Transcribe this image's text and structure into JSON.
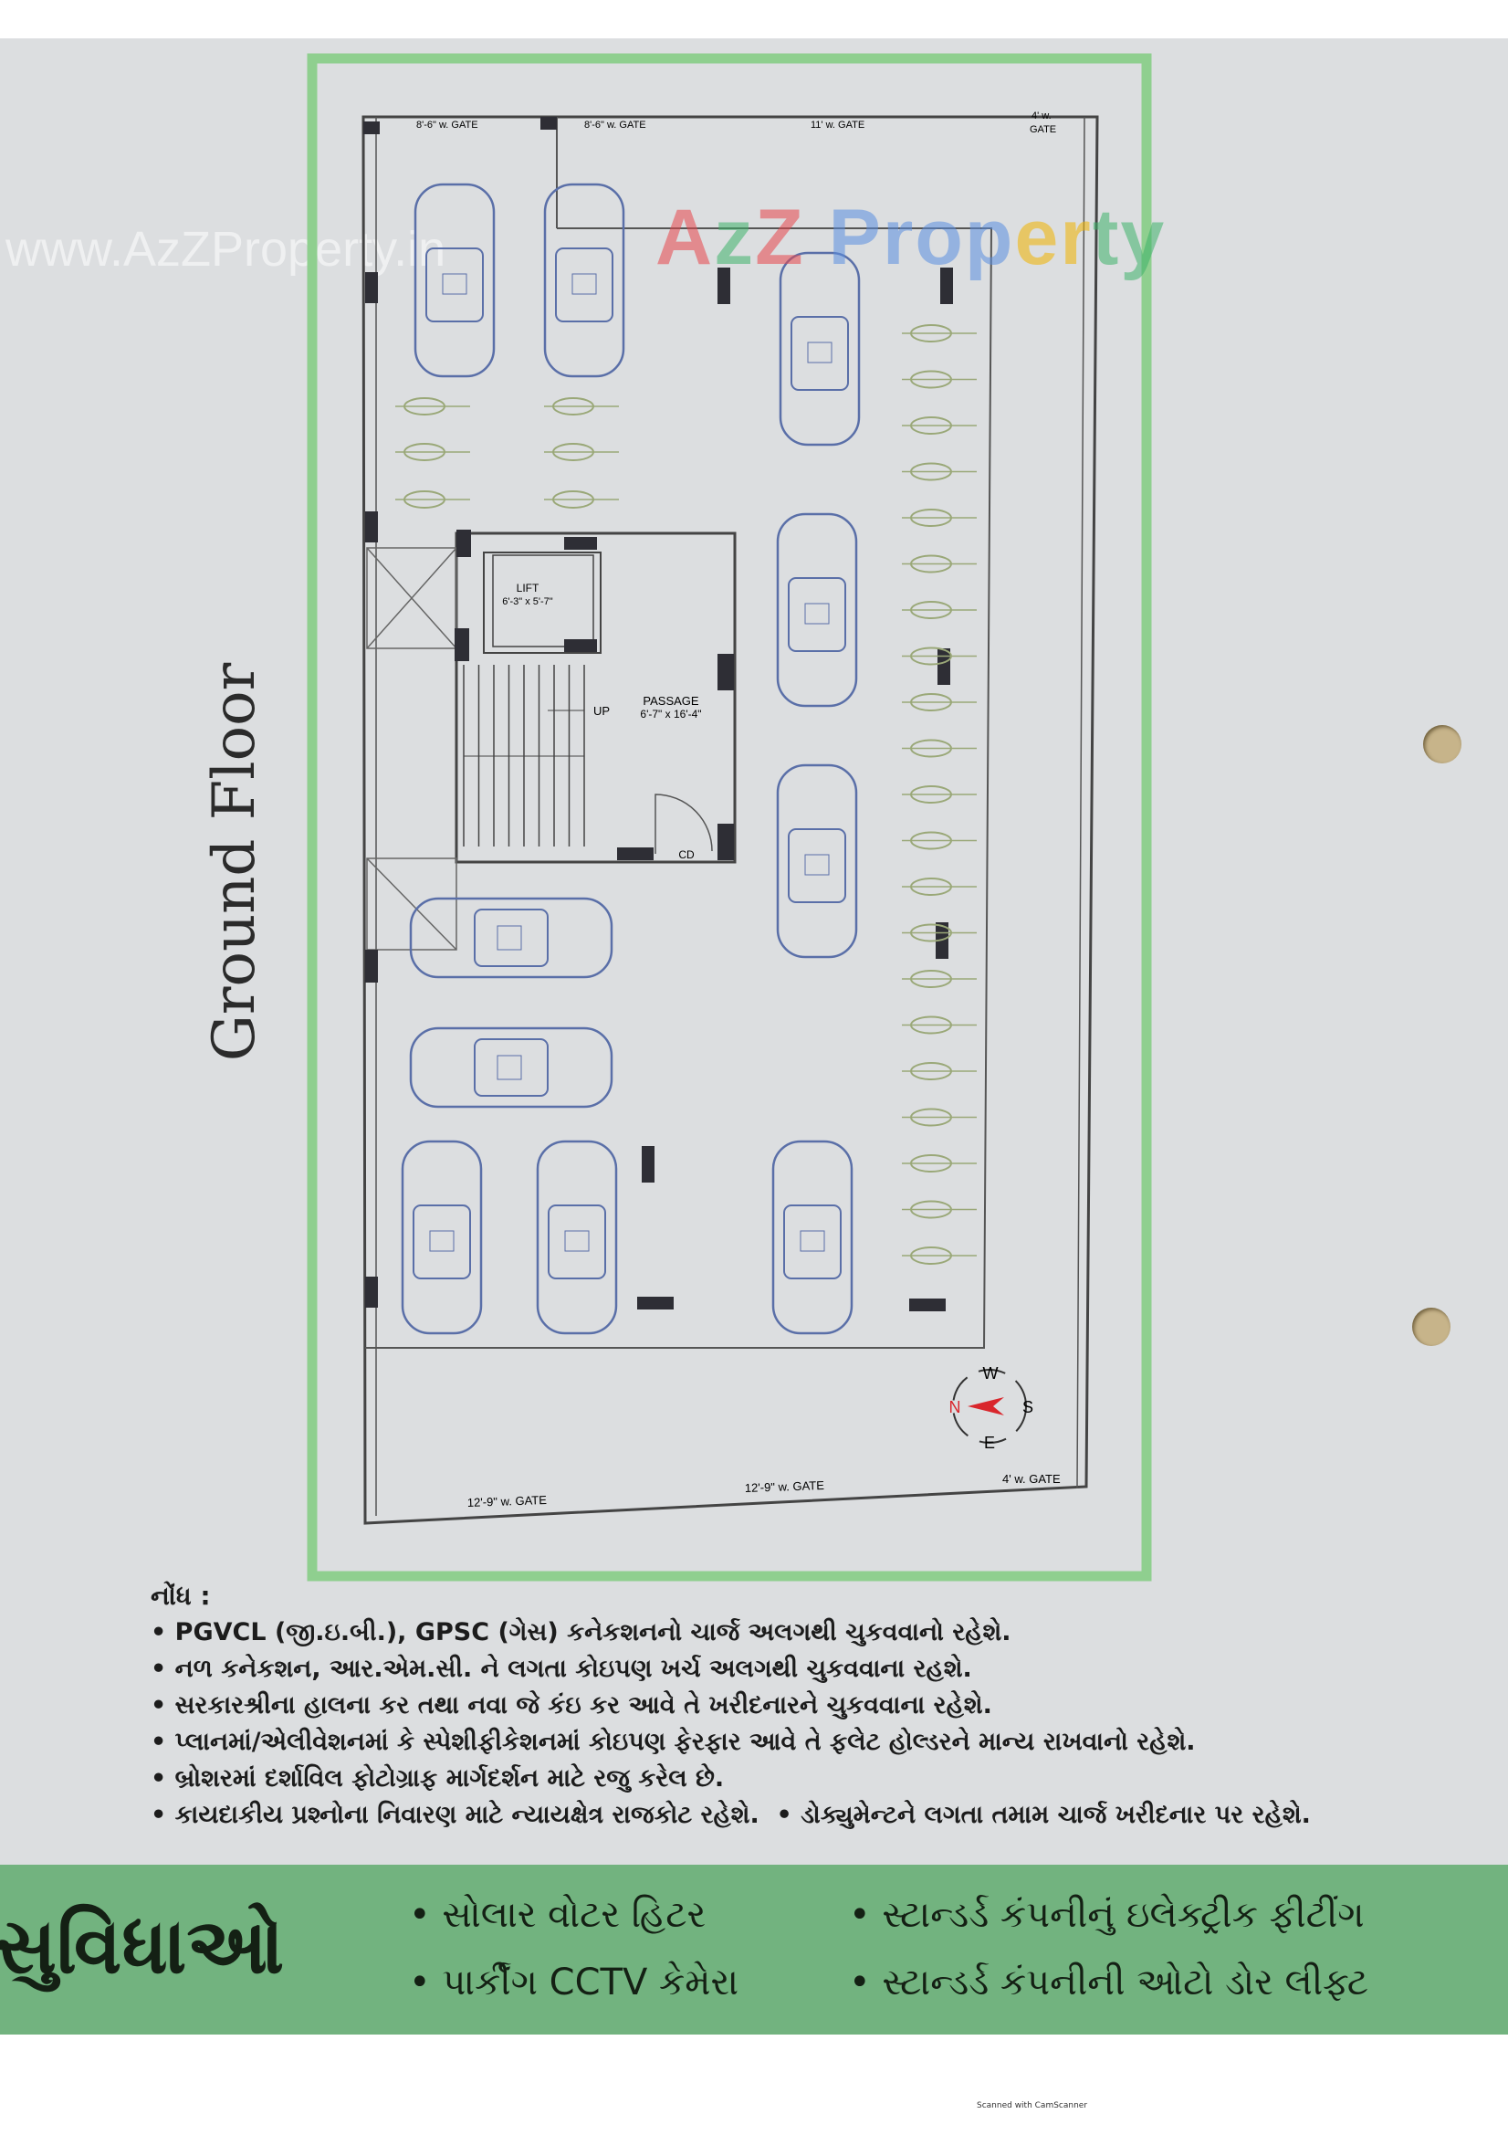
{
  "title": "Ground Floor",
  "watermark": {
    "url": "www.AzZProperty.in",
    "logo": "AzZ Property"
  },
  "plan": {
    "top_gates": [
      "8'-6\" w. GATE",
      "8'-6\" w. GATE",
      "11' w. GATE",
      "4' w.",
      "GATE"
    ],
    "bottom_gates": [
      "12'-9\" w. GATE",
      "12'-9\" w. GATE",
      "4' w. GATE"
    ],
    "lift": {
      "label": "LIFT",
      "size": "6'-3\" x 5'-7\""
    },
    "passage": {
      "label": "PASSAGE",
      "size": "6'-7\" x 16'-4\""
    },
    "stair_label": "UP",
    "door_label": "CD",
    "compass": {
      "w": "W",
      "s": "S",
      "e": "E",
      "n": "N"
    }
  },
  "notes": {
    "heading": "નોંધ :",
    "items": [
      "PGVCL (જી.ઇ.બી.), GPSC (ગેસ) કનેકશનનો ચાર્જ અલગથી ચુકવવાનો રહેશે.",
      "નળ કનેકશન, આર.એમ.સી. ને લગતા કોઇપણ ખર્ચ અલગથી ચુકવવાના રહશે.",
      "સરકારશ્રીના હાલના કર તથા નવા જે કંઇ કર આવે તે ખરીદનારને ચુકવવાના રહેશે.",
      "પ્લાનમાં/એલીવેશનમાં કે સ્પેશીફીકેશનમાં કોઇપણ ફેરફાર આવે તે ફલેટ હોલ્ડરને માન્ય રાખવાનો રહેશે.",
      "બ્રોશરમાં દર્શાવિલ ફોટોગ્રાફ માર્ગદર્શન માટે રજુ કરેલ છે.",
      "કાયદાકીય પ્રશ્નોના નિવારણ માટે ન્યાયક્ષેત્ર રાજકોટ રહેશે.",
      "ડોક્યુમેન્ટને લગતા તમામ ચાર્જ ખરીદનાર પર રહેશે."
    ]
  },
  "amenities": {
    "heading": "સુવિધાઓ",
    "items": [
      "સોલાર વોટર હિટર",
      "સ્ટાન્ડર્ડ કંપનીનું ઇલેક્ટ્રીક ફીટીંગ",
      "પાર્કીંગ CCTV કેમેરા",
      "સ્ટાન્ડર્ડ કંપનીની ઓટો ડોર લીફ્ટ"
    ]
  },
  "footer": {
    "scanner": "Scanned with CamScanner"
  },
  "colors": {
    "banner": "#72b37f",
    "frame": "#8fcf8f",
    "car": "#5a6fa8",
    "bike": "#9aa878"
  }
}
